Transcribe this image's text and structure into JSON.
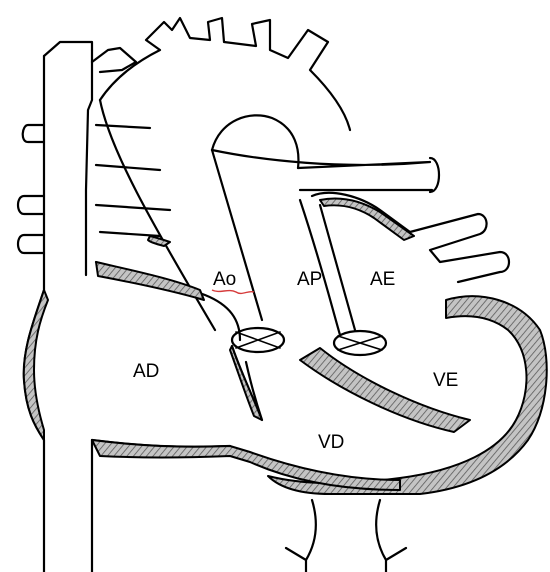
{
  "labels": {
    "ao": "Ao",
    "ap": "AP",
    "ae": "AE",
    "ad": "AD",
    "ve": "VE",
    "vd": "VD"
  },
  "colors": {
    "line": "#000000",
    "wall_fill": "#b8b8b8",
    "hatch": "#5a5a5a",
    "background": "#ffffff",
    "ao_underline": "#d63b3b"
  }
}
